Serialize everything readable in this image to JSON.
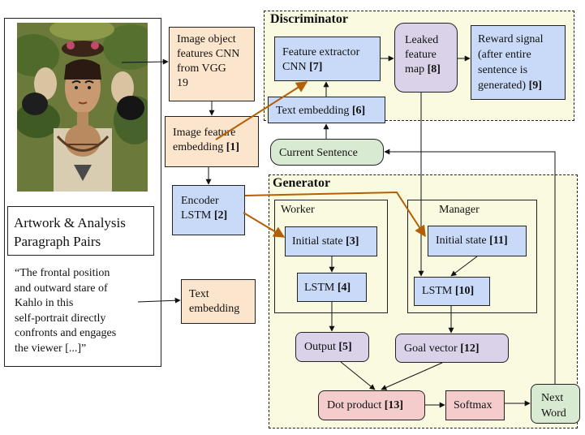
{
  "left_panel": {
    "pairs_title_line1": "Artwork & Analysis",
    "pairs_title_line2": "Paragraph Pairs",
    "quote_line1": "“The frontal position",
    "quote_line2": "and outward stare of",
    "quote_line3": "Kahlo in this",
    "quote_line4": "self-portrait directly",
    "quote_line5": "confronts and engages",
    "quote_line6": "the viewer [...]”"
  },
  "boxes": {
    "image_object": {
      "line1": "Image object",
      "line2": "features CNN",
      "line3": "from VGG",
      "line4": "19"
    },
    "image_feature": {
      "line1": "Image feature",
      "line2": "embedding",
      "ref": "[1]"
    },
    "encoder": {
      "line1": "Encoder",
      "line2": "LSTM",
      "ref": "[2]"
    },
    "text_embedding_left": {
      "line1": "Text",
      "line2": "embedding"
    },
    "current_sentence": {
      "label": "Current Sentence"
    },
    "next_word": {
      "line1": "Next",
      "line2": "Word"
    }
  },
  "discriminator": {
    "title": "Discriminator",
    "feature_extractor": {
      "line1": "Feature extractor",
      "line2": "CNN",
      "ref": "[7]"
    },
    "text_embedding": {
      "label": "Text embedding",
      "ref": "[6]"
    },
    "leaked": {
      "line1": "Leaked",
      "line2": "feature",
      "line3": "map",
      "ref": "[8]"
    },
    "reward": {
      "line1": "Reward signal",
      "line2": "(after entire",
      "line3": "sentence is",
      "line4": "generated)",
      "ref": "[9]"
    }
  },
  "generator": {
    "title": "Generator",
    "worker": {
      "title": "Worker",
      "initial_state": {
        "label": "Initial state",
        "ref": "[3]"
      },
      "lstm": {
        "label": "LSTM",
        "ref": "[4]"
      }
    },
    "manager": {
      "title": "Manager",
      "initial_state": {
        "label": "Initial state",
        "ref": "[11]"
      },
      "lstm": {
        "label": "LSTM",
        "ref": "[10]"
      }
    },
    "output": {
      "label": "Output",
      "ref": "[5]"
    },
    "goal_vector": {
      "label": "Goal vector",
      "ref": "[12]"
    },
    "dot_product": {
      "label": "Dot product",
      "ref": "[13]"
    },
    "softmax": {
      "label": "Softmax"
    }
  },
  "colors": {
    "arrow": "#111111",
    "highlight_arrow": "#b45f06",
    "orange_fill": "#fce5cd",
    "blue_fill": "#c9daf8",
    "purple_fill": "#d9d2e9",
    "green_fill": "#d9ead3",
    "pink_fill": "#f4cccc",
    "region_fill": "#fafae0"
  }
}
